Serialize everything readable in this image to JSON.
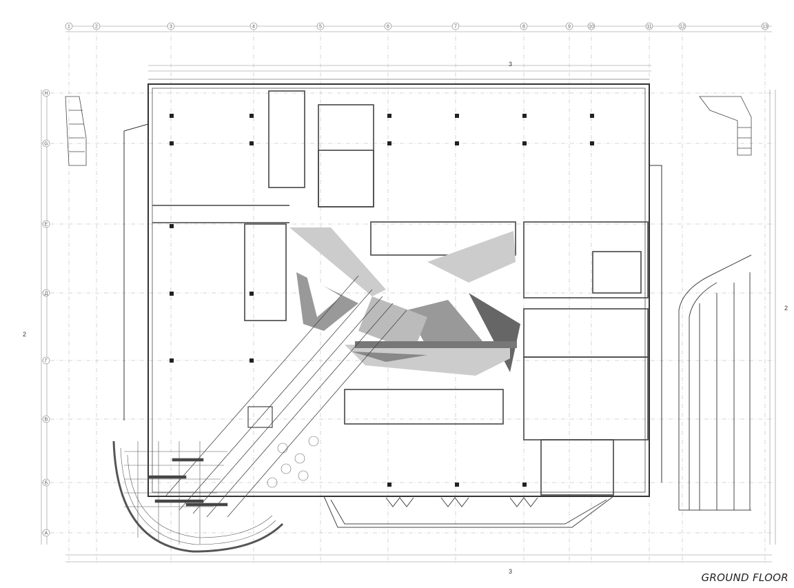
{
  "title": "GROUND FLOOR",
  "dimension_labels": {
    "top": "3",
    "bottom": "3",
    "left": "2",
    "right": "2"
  },
  "top_grid_numbers": [
    "1",
    "2",
    "3",
    "4",
    "5",
    "6",
    "7",
    "8",
    "9",
    "10",
    "11",
    "12",
    "13"
  ],
  "left_grid_letters": [
    "H",
    "G",
    "E",
    "Д",
    "Г",
    "В",
    "Б",
    "А"
  ],
  "colors": {
    "line": "#333333",
    "wall": "#444444",
    "hatch": "#bbbbbb",
    "dark_gray": "#666666",
    "mid_gray": "#999999",
    "light_gray": "#cccccc"
  }
}
